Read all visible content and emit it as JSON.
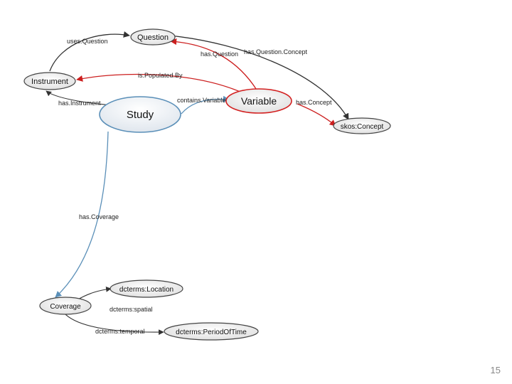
{
  "nodes": {
    "question": "Question",
    "instrument": "Instrument",
    "study": "Study",
    "variable": "Variable",
    "concept": "skos:Concept",
    "coverage": "Coverage",
    "location": "dcterms:Location",
    "period": "dcterms:PeriodOfTime"
  },
  "edges": {
    "uses_question": "uses.Question",
    "has_question": "has.Question",
    "has_question_concept": "has.Question.Concept",
    "is_populated_by": "is.Populated.By",
    "has_instrument": "has.Instrument",
    "contains_variable": "contains.Variable",
    "has_concept": "has.Concept",
    "has_coverage": "has.Coverage",
    "spatial": "dcterms:spatial",
    "temporal": "dcterms:temporal"
  },
  "colors": {
    "black_edge": "#333333",
    "red_edge": "#cc1f1f",
    "blue_edge": "#5a8fb8",
    "variable_border": "#d32020",
    "study_border": "#5a8fb8"
  },
  "page_number": "15"
}
